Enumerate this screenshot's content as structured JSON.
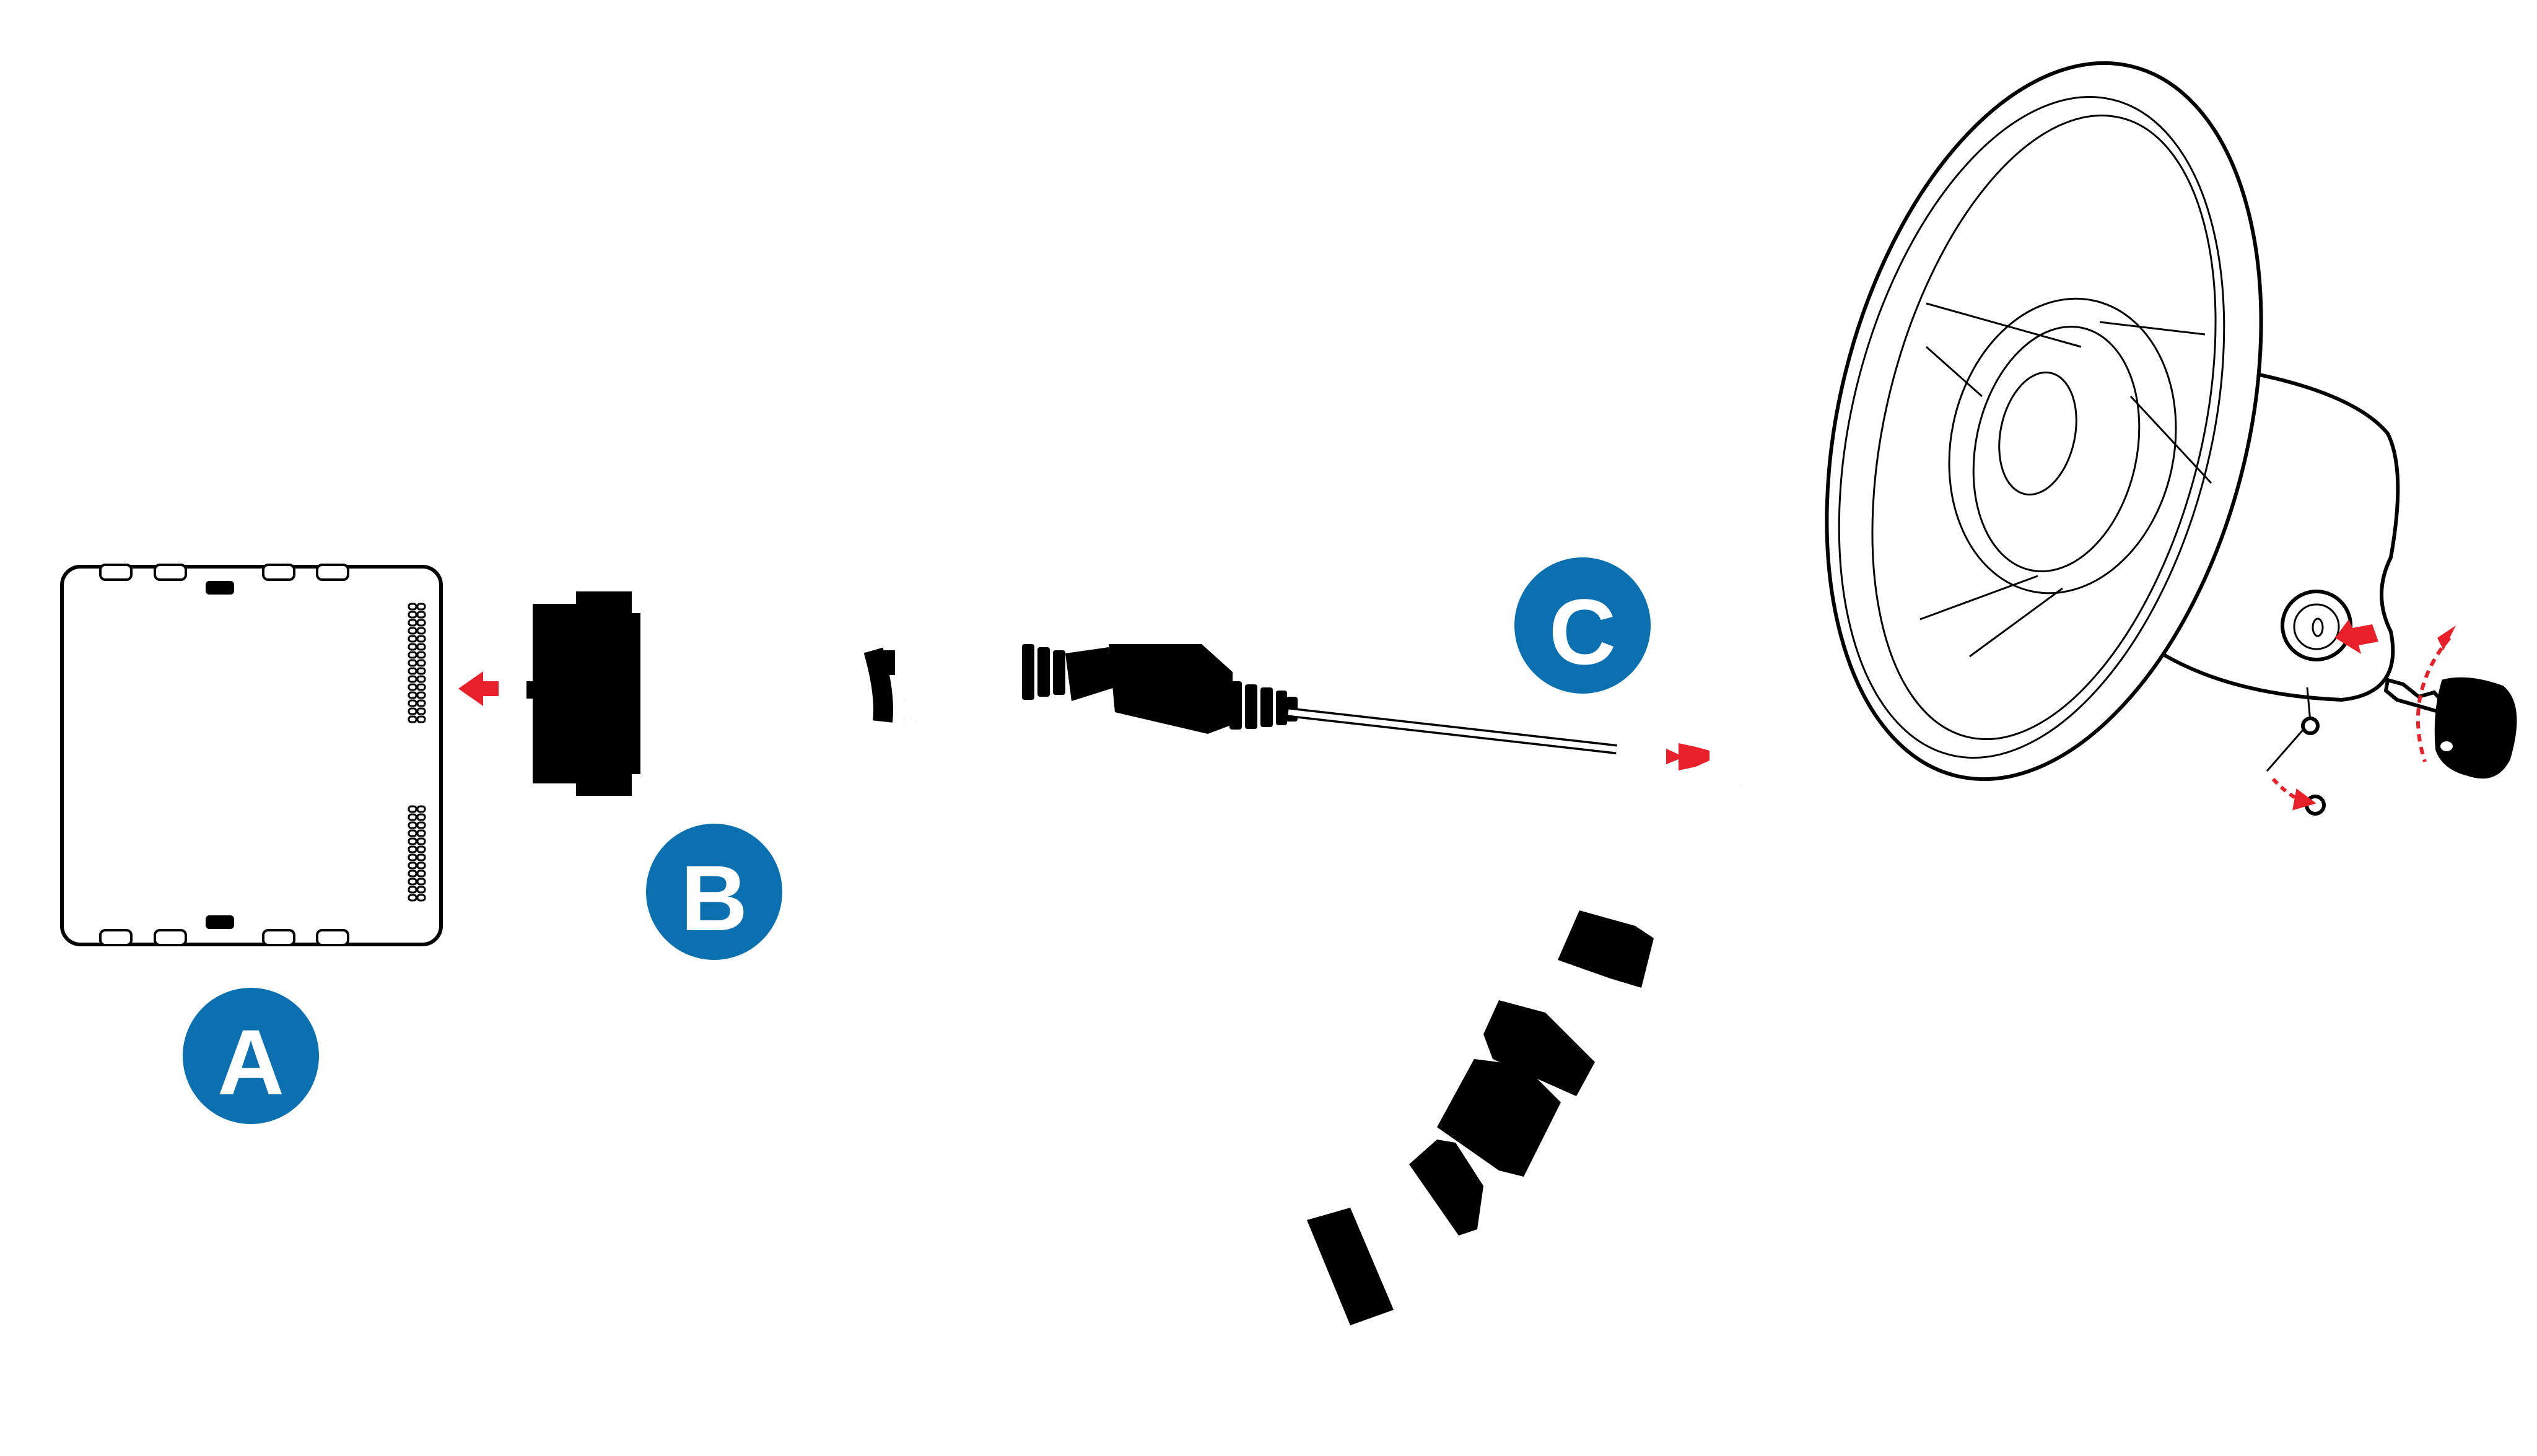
{
  "labels": {
    "a": "A",
    "b": "B",
    "c": "C"
  },
  "colors": {
    "badge": "#0a70b0",
    "arrow": "#e8202a",
    "line": "#000000",
    "background": "#ffffff"
  },
  "icons": {
    "control_module": "control-module-icon",
    "wiring_harness": "wiring-harness-icon",
    "steering_column": "steering-column-icon",
    "ignition_key": "ignition-key-icon",
    "direction_arrow": "red-arrow-icon"
  }
}
